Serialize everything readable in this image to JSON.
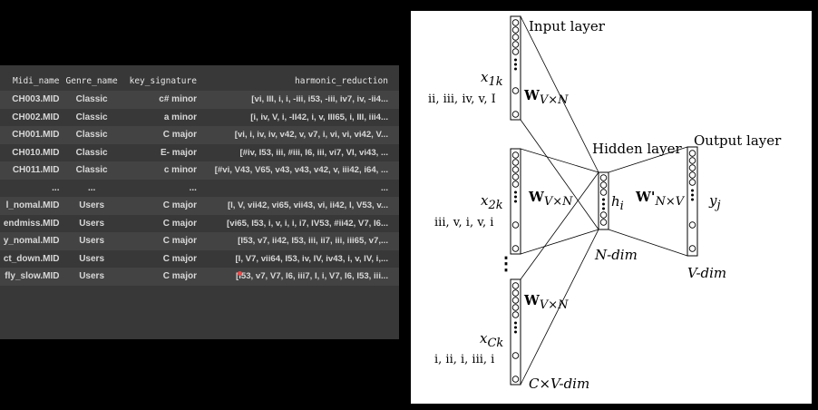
{
  "dataframe": {
    "columns": [
      "Midi_name",
      "Genre_name",
      "key_signature",
      "harmonic_reduction"
    ],
    "rows": [
      [
        "CH003.MID",
        "Classic",
        "c# minor",
        "[vi, III, i, i, -iii, i53, -iii, iv7, iv, -ii4..."
      ],
      [
        "CH002.MID",
        "Classic",
        "a minor",
        "[i, iv, V, i, -II42, i, v, III65, i, III, iii4..."
      ],
      [
        "CH001.MID",
        "Classic",
        "C major",
        "[vi, i, iv, iv, v42, v, v7, i, vi, vi, vi42, V..."
      ],
      [
        "CH010.MID",
        "Classic",
        "E- major",
        "[#iv, I53, iii, #iii, I6, iii, vi7, VI, vi43, ..."
      ],
      [
        "CH011.MID",
        "Classic",
        "c minor",
        "[#vi, V43, V65, v43, v43, v42, v, iii42, i64, ..."
      ],
      [
        "...",
        "...",
        "...",
        "..."
      ],
      [
        "l_nomal.MID",
        "Users",
        "C major",
        "[I, V, vii42, vi65, vii43, vi, ii42, I, V53, v..."
      ],
      [
        "endmiss.MID",
        "Users",
        "C major",
        "[vi65, I53, i, v, i, i, i7, IV53, #ii42, V7, I6..."
      ],
      [
        "y_nomal.MID",
        "Users",
        "C major",
        "[I53, v7, ii42, I53, iii, ii7, iii, iii65, v7,..."
      ],
      [
        "ct_down.MID",
        "Users",
        "C major",
        "[I, V7, vii64, I53, iv, IV, iv43, i, v, IV, i,..."
      ],
      [
        "fly_slow.MID",
        "Users",
        "C major",
        "[I53, v7, V7, I6, iii7, I, i, V7, I6, I53, iii..."
      ]
    ]
  },
  "diagram": {
    "input_layer_label": "Input layer",
    "hidden_layer_label": "Hidden layer",
    "output_layer_label": "Output layer",
    "x1k": "x",
    "x1k_sub": "1k",
    "x2k": "x",
    "x2k_sub": "2k",
    "xck": "x",
    "xck_sub": "Ck",
    "chords_1": "ii, iii, iv, v, I",
    "chords_2": "iii, v, i, v, i",
    "chords_3": "i, ii, i, iii, i",
    "w_label": "W",
    "w_sub": "V×N",
    "wprime_label": "W'",
    "wprime_sub": "N×V",
    "h_label": "h",
    "h_sub": "i",
    "y_label": "y",
    "y_sub": "j",
    "n_dim": "N-dim",
    "v_dim": "V-dim",
    "cv_dim": "C×V-dim",
    "ellipsis": "⋮"
  }
}
